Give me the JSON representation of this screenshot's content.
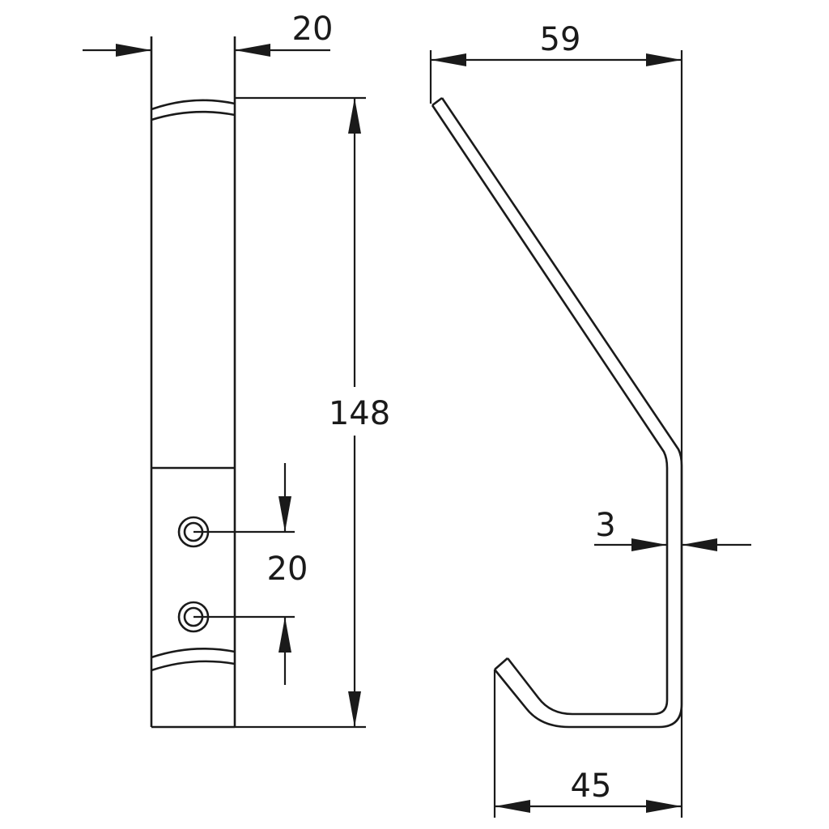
{
  "drawing": {
    "front_view": {
      "dim_width_label": "20",
      "dim_height_label": "148",
      "dim_hole_spacing_label": "20"
    },
    "side_view": {
      "dim_top_width_label": "59",
      "dim_thickness_label": "3",
      "dim_bottom_width_label": "45"
    }
  }
}
